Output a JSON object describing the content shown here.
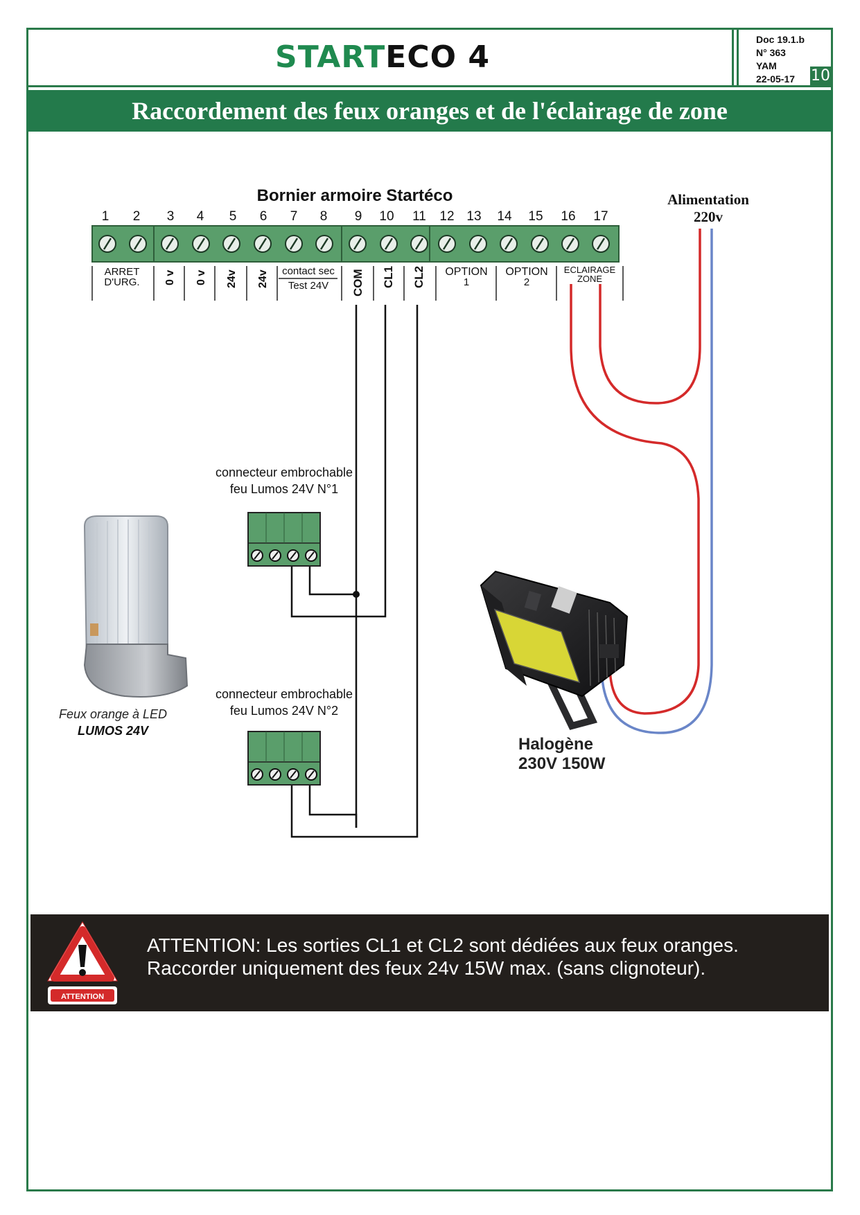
{
  "header": {
    "title_part1": "START",
    "title_part2": "ECO 4",
    "doc_lines": [
      "Doc 19.1.b",
      "N° 363",
      "YAM",
      "22-05-17"
    ],
    "page_number": "10"
  },
  "banner": {
    "text": "Raccordement des feux oranges et de l'éclairage de zone"
  },
  "terminal_block": {
    "title": "Bornier armoire Startéco",
    "numbers": [
      "1",
      "2",
      "3",
      "4",
      "5",
      "6",
      "7",
      "8",
      "9",
      "10",
      "11",
      "12",
      "13",
      "14",
      "15",
      "16",
      "17"
    ],
    "labels": {
      "arret_line1": "ARRET",
      "arret_line2": "D'URG.",
      "zero_v": "0 v",
      "v24": "24v",
      "contact_line1": "contact sec",
      "contact_line2": "Test 24V",
      "com": "COM",
      "cl1": "CL1",
      "cl2": "CL2",
      "option1_line1": "OPTION",
      "option1_line2": "1",
      "option2_line1": "OPTION",
      "option2_line2": "2",
      "eclairage_line1": "ECLAIRAGE",
      "eclairage_line2": "ZONE"
    }
  },
  "supply": {
    "line1": "Alimentation",
    "line2": "220v"
  },
  "connector1": {
    "line1": "connecteur embrochable",
    "line2": "feu Lumos 24V N°1"
  },
  "connector2": {
    "line1": "connecteur embrochable",
    "line2": "feu Lumos 24V N°2"
  },
  "lamp": {
    "line1": "Feux orange à LED",
    "line2": "LUMOS 24V"
  },
  "halogen": {
    "line1": "Halogène",
    "line2": "230V 150W"
  },
  "warning": {
    "badge": "ATTENTION",
    "line1": "ATTENTION: Les sorties CL1 et CL2 sont dédiées aux feux oranges.",
    "line2": "Raccorder uniquement des feux 24v 15W max. (sans clignoteur)."
  },
  "colors": {
    "green": "#237a4b",
    "terminal": "#5a9e6b",
    "wire_red": "#d42a2a",
    "wire_blue": "#6a86c8",
    "warn_bg": "#231f1c"
  }
}
